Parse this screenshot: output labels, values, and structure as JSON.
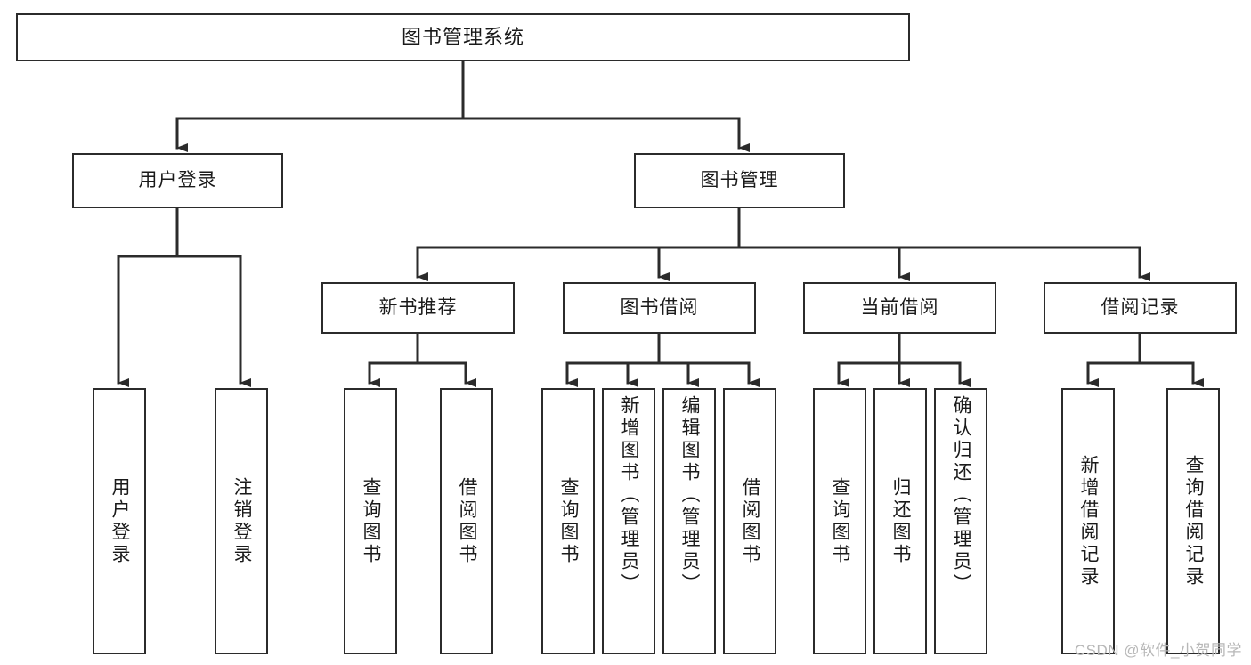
{
  "diagram": {
    "title": "图书管理系统",
    "type": "tree-hierarchy",
    "watermark": "CSDN @软件_小贺同学",
    "colors": {
      "stroke": "#2b2b2b",
      "fill": "#ffffff",
      "text": "#1a1a1a",
      "watermark": "#b7b7b7"
    },
    "levels": {
      "root": {
        "label": "图书管理系统"
      },
      "level2": [
        {
          "id": "user-login",
          "label": "用户登录"
        },
        {
          "id": "book-manage",
          "label": "图书管理"
        }
      ],
      "level3": [
        {
          "id": "new-book-recommend",
          "label": "新书推荐"
        },
        {
          "id": "book-borrow",
          "label": "图书借阅"
        },
        {
          "id": "current-borrow",
          "label": "当前借阅"
        },
        {
          "id": "borrow-record",
          "label": "借阅记录"
        }
      ],
      "leaves": [
        {
          "id": "leaf-user-login",
          "label": "用户登录",
          "parent": "user-login"
        },
        {
          "id": "leaf-logout-login",
          "label": "注销登录",
          "parent": "user-login"
        },
        {
          "id": "leaf-query-book-1",
          "label": "查询图书",
          "parent": "new-book-recommend"
        },
        {
          "id": "leaf-borrow-book-1",
          "label": "借阅图书",
          "parent": "new-book-recommend"
        },
        {
          "id": "leaf-query-book-2",
          "label": "查询图书",
          "parent": "book-borrow"
        },
        {
          "id": "leaf-add-book",
          "label": "新增图书（管理员）",
          "parent": "book-borrow"
        },
        {
          "id": "leaf-edit-book",
          "label": "编辑图书（管理员）",
          "parent": "book-borrow"
        },
        {
          "id": "leaf-borrow-book-2",
          "label": "借阅图书",
          "parent": "book-borrow"
        },
        {
          "id": "leaf-query-book-3",
          "label": "查询图书",
          "parent": "current-borrow"
        },
        {
          "id": "leaf-return-book",
          "label": "归还图书",
          "parent": "current-borrow"
        },
        {
          "id": "leaf-confirm-return",
          "label": "确认归还（管理员）",
          "parent": "current-borrow"
        },
        {
          "id": "leaf-add-record",
          "label": "新增借阅记录",
          "parent": "borrow-record"
        },
        {
          "id": "leaf-query-record",
          "label": "查询借阅记录",
          "parent": "borrow-record"
        }
      ]
    }
  }
}
